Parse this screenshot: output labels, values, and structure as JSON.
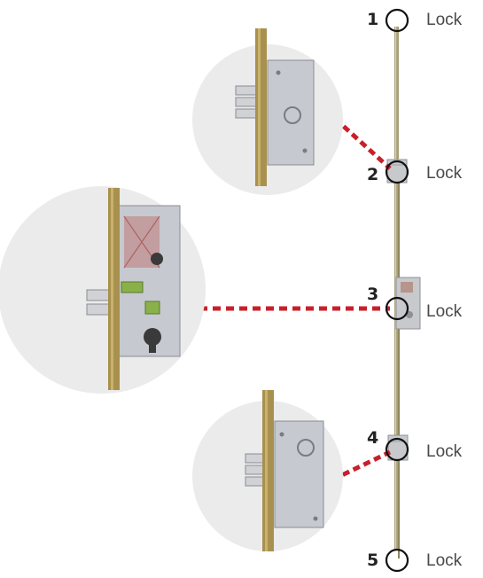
{
  "diagram": {
    "lock_points": [
      {
        "number": "1",
        "label": "Lock"
      },
      {
        "number": "2",
        "label": "Lock"
      },
      {
        "number": "3",
        "label": "Lock"
      },
      {
        "number": "4",
        "label": "Lock"
      },
      {
        "number": "5",
        "label": "Lock"
      }
    ]
  },
  "colors": {
    "connector": "#c8202a",
    "bubble": "#ebebeb",
    "rod": "#a8a07a",
    "faceplate": "#a8914e",
    "lock_case": "#c6c9cf",
    "circle_outline": "#111111",
    "label": "#4a4a4a",
    "number": "#222222"
  }
}
